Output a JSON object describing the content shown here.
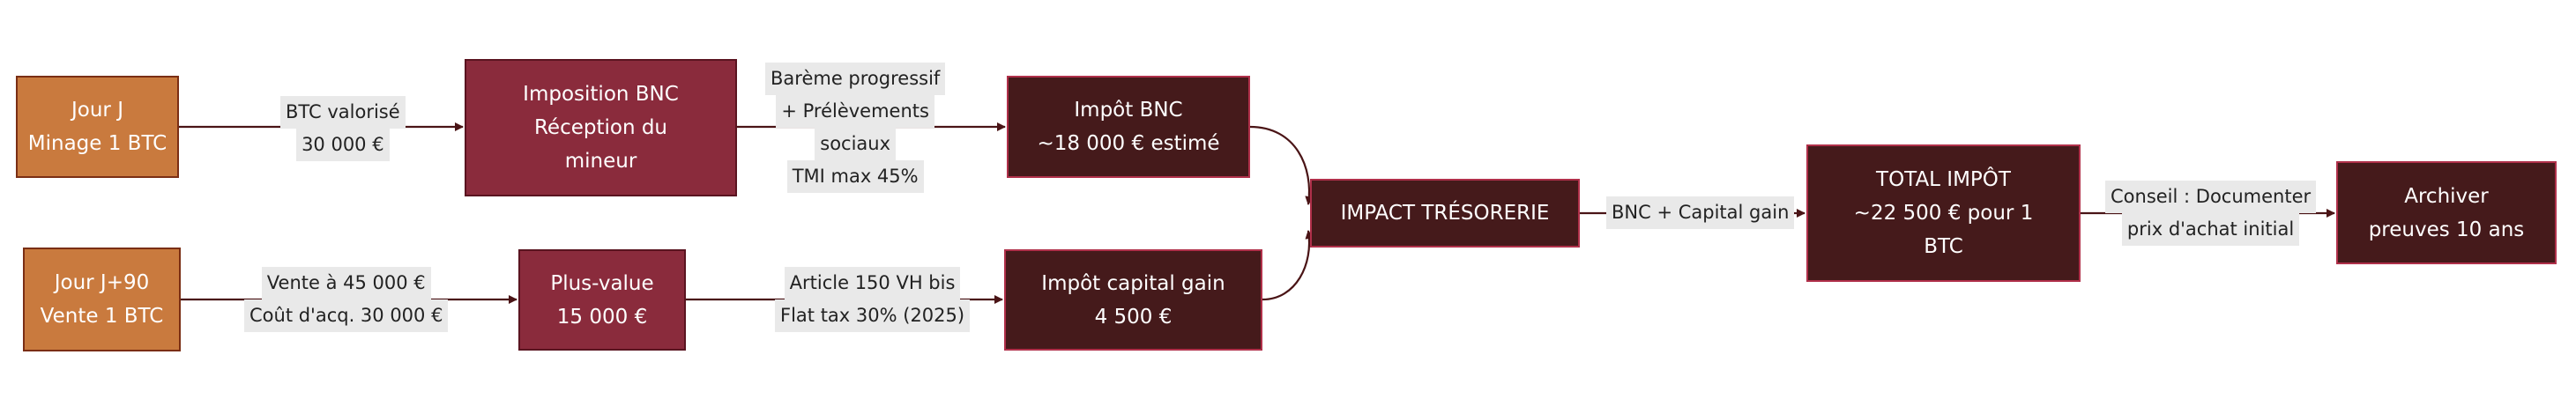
{
  "nodes": {
    "jourJ": {
      "line1": "Jour J",
      "line2": "Minage 1 BTC"
    },
    "jourJ90": {
      "line1": "Jour J+90",
      "line2": "Vente 1 BTC"
    },
    "impositionBNC": {
      "line1": "Imposition BNC",
      "line2": "Réception du",
      "line3": "mineur"
    },
    "plusValue": {
      "line1": "Plus-value",
      "line2": "15 000 €"
    },
    "impotBNC": {
      "line1": "Impôt BNC",
      "line2": "~18 000 € estimé"
    },
    "impotCG": {
      "line1": "Impôt capital gain",
      "line2": "4 500 €"
    },
    "impactTresorerie": {
      "line1": "IMPACT TRÉSORERIE"
    },
    "totalImpot": {
      "line1": "TOTAL IMPÔT",
      "line2": "~22 500 € pour 1",
      "line3": "BTC"
    },
    "archiver": {
      "line1": "Archiver",
      "line2": "preuves 10 ans"
    }
  },
  "edges": {
    "btcValorise": {
      "line1": "BTC valorisé",
      "line2": "30 000 €"
    },
    "vente": {
      "line1": "Vente à 45 000 €",
      "line2": "Coût d'acq. 30 000 €"
    },
    "bareme": {
      "line1": "Barème progressif",
      "line2": "+ Prélèvements",
      "line3": "sociaux",
      "line4": "TMI max 45%"
    },
    "article150": {
      "line1": "Article 150 VH bis",
      "line2": "Flat tax 30% (2025)"
    },
    "bncCapital": {
      "line1": "BNC + Capital gain"
    },
    "conseil": {
      "line1": "Conseil : Documenter",
      "line2": "prix d'achat initial"
    }
  },
  "colors": {
    "orange": "#c97a3e",
    "crimson": "#8a2b3c",
    "dark": "#451a1b",
    "edge": "#4a1416",
    "labelBg": "#e9e9e9"
  }
}
